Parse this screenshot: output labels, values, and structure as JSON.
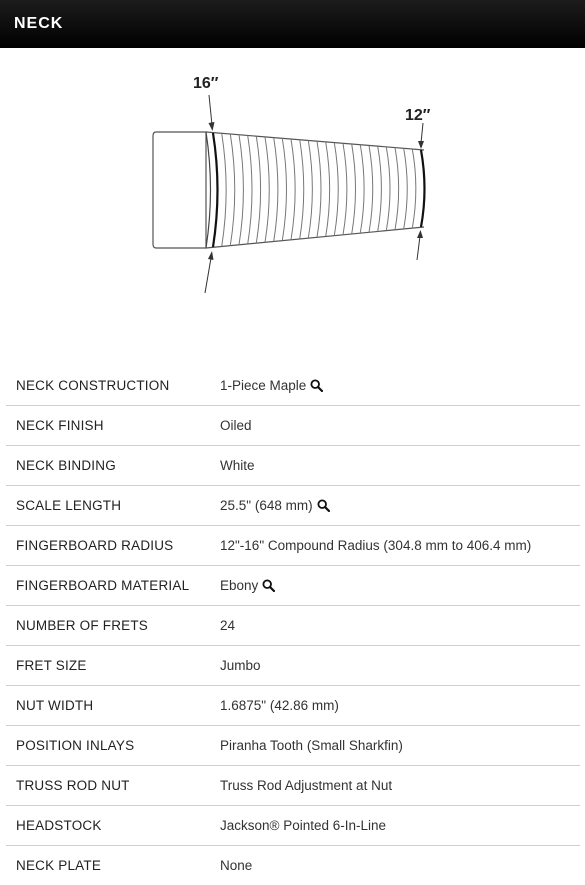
{
  "header": {
    "title": "NECK"
  },
  "diagram": {
    "radius_large": "16″",
    "radius_small": "12″"
  },
  "specs": [
    {
      "label": "NECK CONSTRUCTION",
      "value": "1-Piece Maple",
      "zoom": true
    },
    {
      "label": "NECK FINISH",
      "value": "Oiled",
      "zoom": false
    },
    {
      "label": "NECK BINDING",
      "value": "White",
      "zoom": false
    },
    {
      "label": "SCALE LENGTH",
      "value": "25.5\" (648 mm)",
      "zoom": true
    },
    {
      "label": "FINGERBOARD RADIUS",
      "value": "12\"-16\" Compound Radius (304.8 mm to 406.4 mm)",
      "zoom": false
    },
    {
      "label": "FINGERBOARD MATERIAL",
      "value": "Ebony",
      "zoom": true
    },
    {
      "label": "NUMBER OF FRETS",
      "value": "24",
      "zoom": false
    },
    {
      "label": "FRET SIZE",
      "value": "Jumbo",
      "zoom": false
    },
    {
      "label": "NUT WIDTH",
      "value": "1.6875\" (42.86 mm)",
      "zoom": false
    },
    {
      "label": "POSITION INLAYS",
      "value": "Piranha Tooth (Small Sharkfin)",
      "zoom": false
    },
    {
      "label": "TRUSS ROD NUT",
      "value": "Truss Rod Adjustment at Nut",
      "zoom": false
    },
    {
      "label": "HEADSTOCK",
      "value": "Jackson® Pointed 6-In-Line",
      "zoom": false
    },
    {
      "label": "NECK PLATE",
      "value": "None",
      "zoom": false
    }
  ]
}
